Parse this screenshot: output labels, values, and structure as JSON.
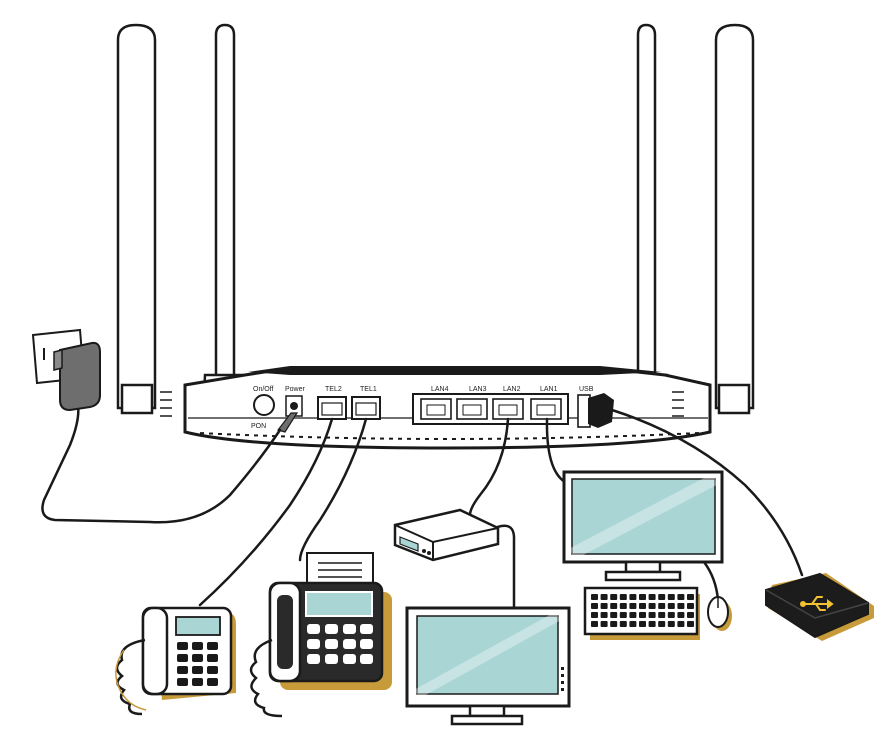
{
  "labels": {
    "on_off": "On/Off",
    "power": "Power",
    "pon": "PON",
    "tel2": "TEL2",
    "tel1": "TEL1",
    "lan4": "LAN4",
    "lan3": "LAN3",
    "lan2": "LAN2",
    "lan1": "LAN1",
    "usb": "USB"
  },
  "colors": {
    "outline": "#1a1a1a",
    "screen": "#a9d5d5",
    "shadow": "#c79a3a",
    "router_body": "#ffffff",
    "usb_drive": "#1c1c1c",
    "usb_logo": "#f2c230"
  },
  "icons": [
    "power-outlet-icon",
    "power-adapter-icon",
    "usb-logo-icon"
  ]
}
